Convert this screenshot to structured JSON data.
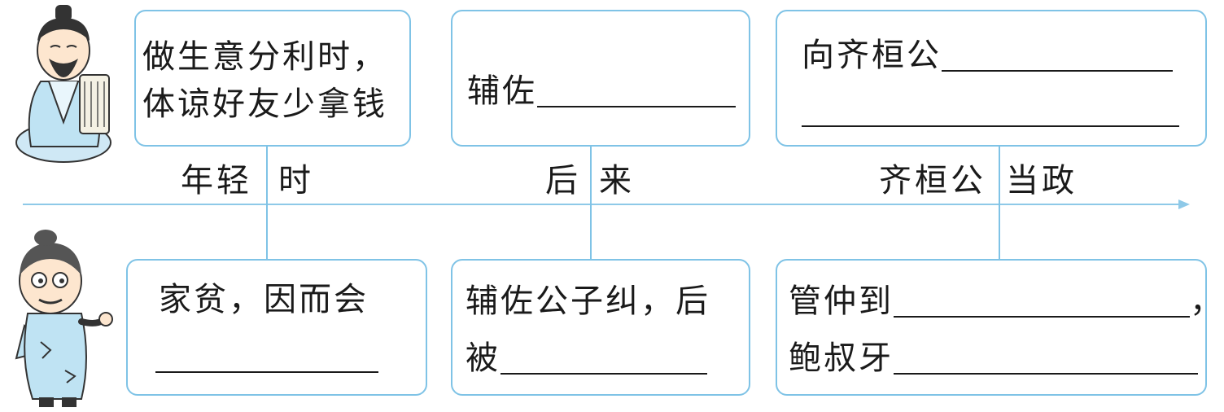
{
  "top": {
    "box1": {
      "line1": "做生意分利时，",
      "line2": "体谅好友少拿钱"
    },
    "box2": {
      "prefix": "辅佐"
    },
    "box3": {
      "prefix": "向齐桓公"
    }
  },
  "timeline": {
    "label1_left": "年轻",
    "label1_right": "时",
    "label2_left": "后",
    "label2_right": "来",
    "label3_left": "齐桓公",
    "label3_right": "当政"
  },
  "bottom": {
    "box1": {
      "line1": "家贫，因而会"
    },
    "box2": {
      "line1": "辅佐公子纠，后",
      "line2_prefix": "被"
    },
    "box3": {
      "line1_prefix": "管仲到",
      "line1_suffix": "，",
      "line2_prefix": "鲍叔牙"
    }
  },
  "colors": {
    "box_border": "#7fc3e6",
    "timeline": "#8ec9e8",
    "connector": "#7fc3e6"
  },
  "icons": {
    "top_figure": "scholar-with-scroll-icon",
    "bottom_figure": "poor-man-icon"
  }
}
